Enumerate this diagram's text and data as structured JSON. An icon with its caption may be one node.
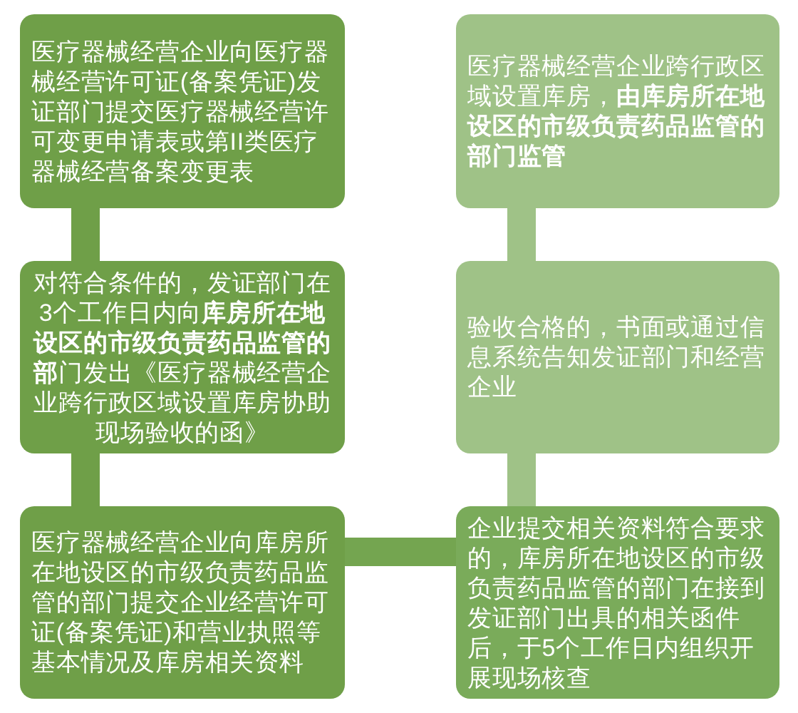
{
  "diagram": {
    "nodes": [
      {
        "text": [
          "医疗器械经营企业向医疗器械经营许可证(备案凭证)发证部门提交医疗器械经营许可变更申请表或第II类医疗器械经营备案变更表"
        ]
      },
      {
        "text": [
          "对符合条件的，发证部门在3个工作日内向**库房所在地设区的市级负责药品监管的部**门发出《医疗器械经营企业跨行政区域设置库房协助现场验收的函》"
        ]
      },
      {
        "text": [
          "医疗器械经营企业向库房所在地设区的市级负责药品监管的部门提交企业经营许可证(备案凭证)和营业执照等基本情况及库房相关资料"
        ]
      },
      {
        "text": [
          "医疗器械经营企业跨行政区域设置库房，**由库房所在地设区的市级负责药品监管的部门监管**"
        ]
      },
      {
        "text": [
          "验收合格的，书面或通过信息系统告知发证部门和经营企业"
        ]
      },
      {
        "text": [
          "企业提交相关资料符合要求的，库房所在地设区的市级负责药品监管的部门在接到发证部门出具的相关函件后，于5个工作日内组织开展现场核查"
        ]
      }
    ],
    "edges": [
      {
        "from": 0,
        "to": 1,
        "arrow": "none",
        "color": "#6f9f48"
      },
      {
        "from": 1,
        "to": 2,
        "arrow": "none",
        "color": "#6f9f48"
      },
      {
        "from": 2,
        "to": 5,
        "arrow": "none",
        "color": "#74a550"
      },
      {
        "from": 5,
        "to": 4,
        "arrow": "none",
        "color": "#9fc287"
      },
      {
        "from": 4,
        "to": 3,
        "arrow": "none",
        "color": "#9fc287"
      }
    ]
  }
}
